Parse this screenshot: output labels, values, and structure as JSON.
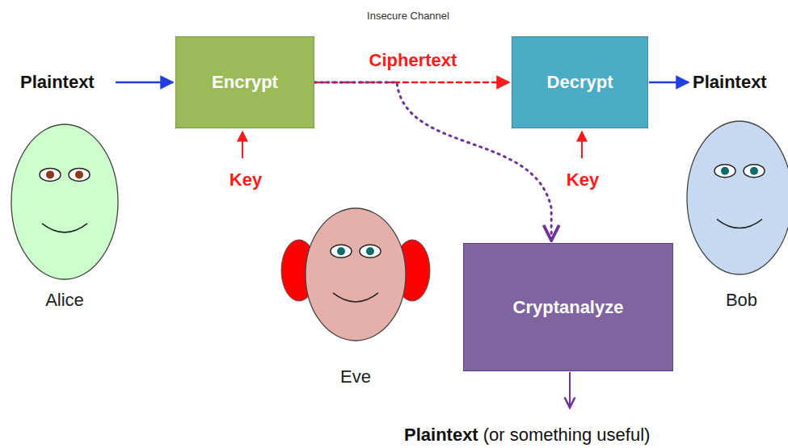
{
  "diagram": {
    "nodes": [
      {
        "text": [
          "Alice"
        ]
      },
      {
        "text": [
          "Encrypt"
        ]
      },
      {
        "text": [
          "Decrypt"
        ]
      },
      {
        "text": [
          "Bob"
        ]
      },
      {
        "text": [
          "Eve"
        ]
      },
      {
        "text": [
          "Cryptanalyze"
        ]
      }
    ],
    "edges": [
      {
        "from": 1,
        "to": 2,
        "label": "Ciphertext",
        "arrow": "to"
      },
      {
        "from": 1,
        "to": 5,
        "arrow": "to"
      }
    ],
    "labels": [
      "Insecure Channel",
      "Plaintext",
      "Key",
      "Key",
      "Plaintext",
      "Plaintext",
      "(or something useful)"
    ]
  }
}
